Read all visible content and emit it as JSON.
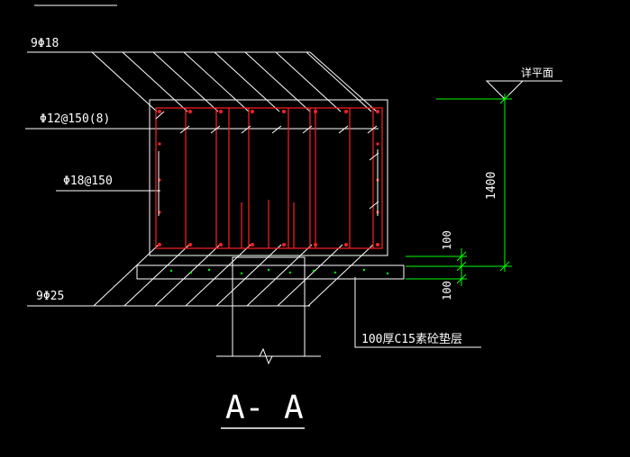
{
  "labels": {
    "top_bars": "9Φ18",
    "stirrups": "Φ12@150(8)",
    "side_bars": "Φ18@150",
    "bottom_bars": "9Φ25",
    "level_mark": "详平面",
    "dim_height": "1400",
    "dim_upper_100": "100",
    "dim_lower_100": "100",
    "cushion_note": "100厚C15素砼垫层",
    "section_title": "A- A"
  },
  "colors": {
    "background": "#000000",
    "outline": "#ffffff",
    "rebar": "#ff2020",
    "dimension": "#00ff00",
    "concrete_dots": "#00ff00"
  }
}
